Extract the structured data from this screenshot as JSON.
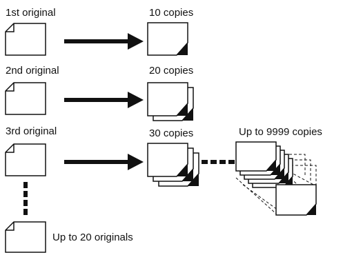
{
  "rows": [
    {
      "original_label": "1st original",
      "copies_label": "10 copies"
    },
    {
      "original_label": "2nd original",
      "copies_label": "20 copies"
    },
    {
      "original_label": "3rd original",
      "copies_label": "30 copies"
    }
  ],
  "max_copies_label": "Up to 9999 copies",
  "max_originals_label": "Up to 20 originals",
  "colors": {
    "line": "#111111",
    "fill": "#ffffff",
    "accent": "#111111"
  }
}
